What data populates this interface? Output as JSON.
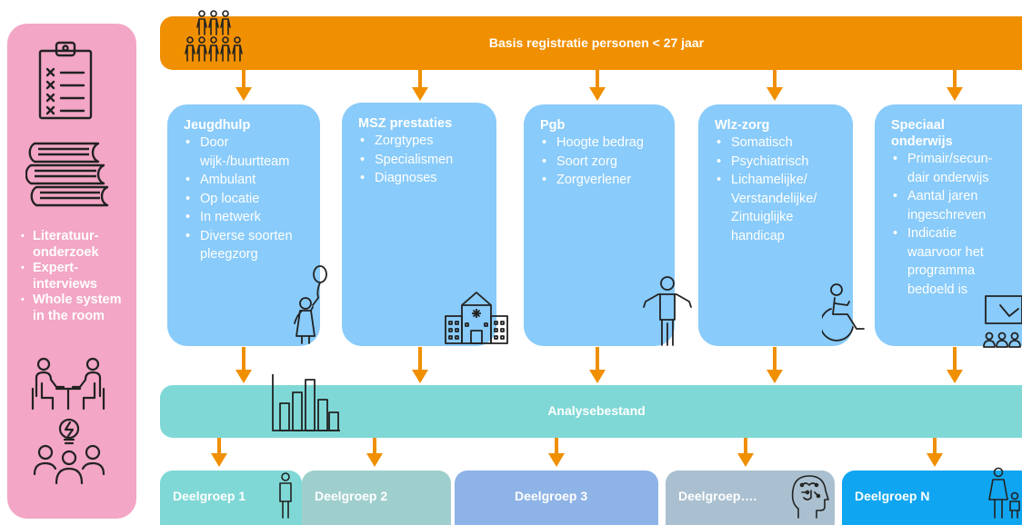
{
  "methods": {
    "items": [
      "Literatuur-onderzoek",
      "Expert-interviews",
      "Whole system in the room"
    ]
  },
  "top_bar": {
    "label": "Basis registratie personen < 27 jaar"
  },
  "categories": [
    {
      "title": "Jeugdhulp",
      "items": [
        "Door wijk-/buurtteam",
        "Ambulant",
        "Op locatie",
        "In netwerk",
        "Diverse soorten pleegzorg"
      ]
    },
    {
      "title": "MSZ prestaties",
      "items": [
        "Zorgtypes",
        "Specialismen",
        "Diagnoses"
      ]
    },
    {
      "title": "Pgb",
      "items": [
        "Hoogte bedrag",
        "Soort zorg",
        "Zorgverlener"
      ]
    },
    {
      "title": "Wlz-zorg",
      "items": [
        "Somatisch",
        "Psychiatrisch",
        "Lichamelijke/ Verstandelijke/ Zintuiglijke handicap"
      ]
    },
    {
      "title": "Speciaal onderwijs",
      "items": [
        "Primair/secun-dair onderwijs",
        "Aantal jaren ingeschreven",
        "Indicatie waarvoor het programma bedoeld is"
      ]
    }
  ],
  "analysis_bar": {
    "label": "Analysebestand"
  },
  "subgroups": [
    {
      "label": "Deelgroep 1"
    },
    {
      "label": "Deelgroep 2"
    },
    {
      "label": "Deelgroep 3"
    },
    {
      "label": "Deelgroep…."
    },
    {
      "label": "Deelgroep N"
    }
  ],
  "colors": {
    "pink": "#f3a6c5",
    "orange": "#f08f00",
    "light_blue": "#89cbfa",
    "teal": "#7fd8d6",
    "sub1": "#7fd8d6",
    "sub2": "#9fcfcd",
    "sub3": "#8eb3e6",
    "sub4": "#aac0d0",
    "sub5": "#10a5f0"
  },
  "icons": [
    "checklist-icon",
    "books-icon",
    "meeting-icon",
    "brainstorm-icon",
    "people-group-icon",
    "child-balloon-icon",
    "hospital-icon",
    "person-icon",
    "wheelchair-icon",
    "teacher-icon",
    "bar-chart-icon",
    "brain-icon",
    "family-icon"
  ]
}
